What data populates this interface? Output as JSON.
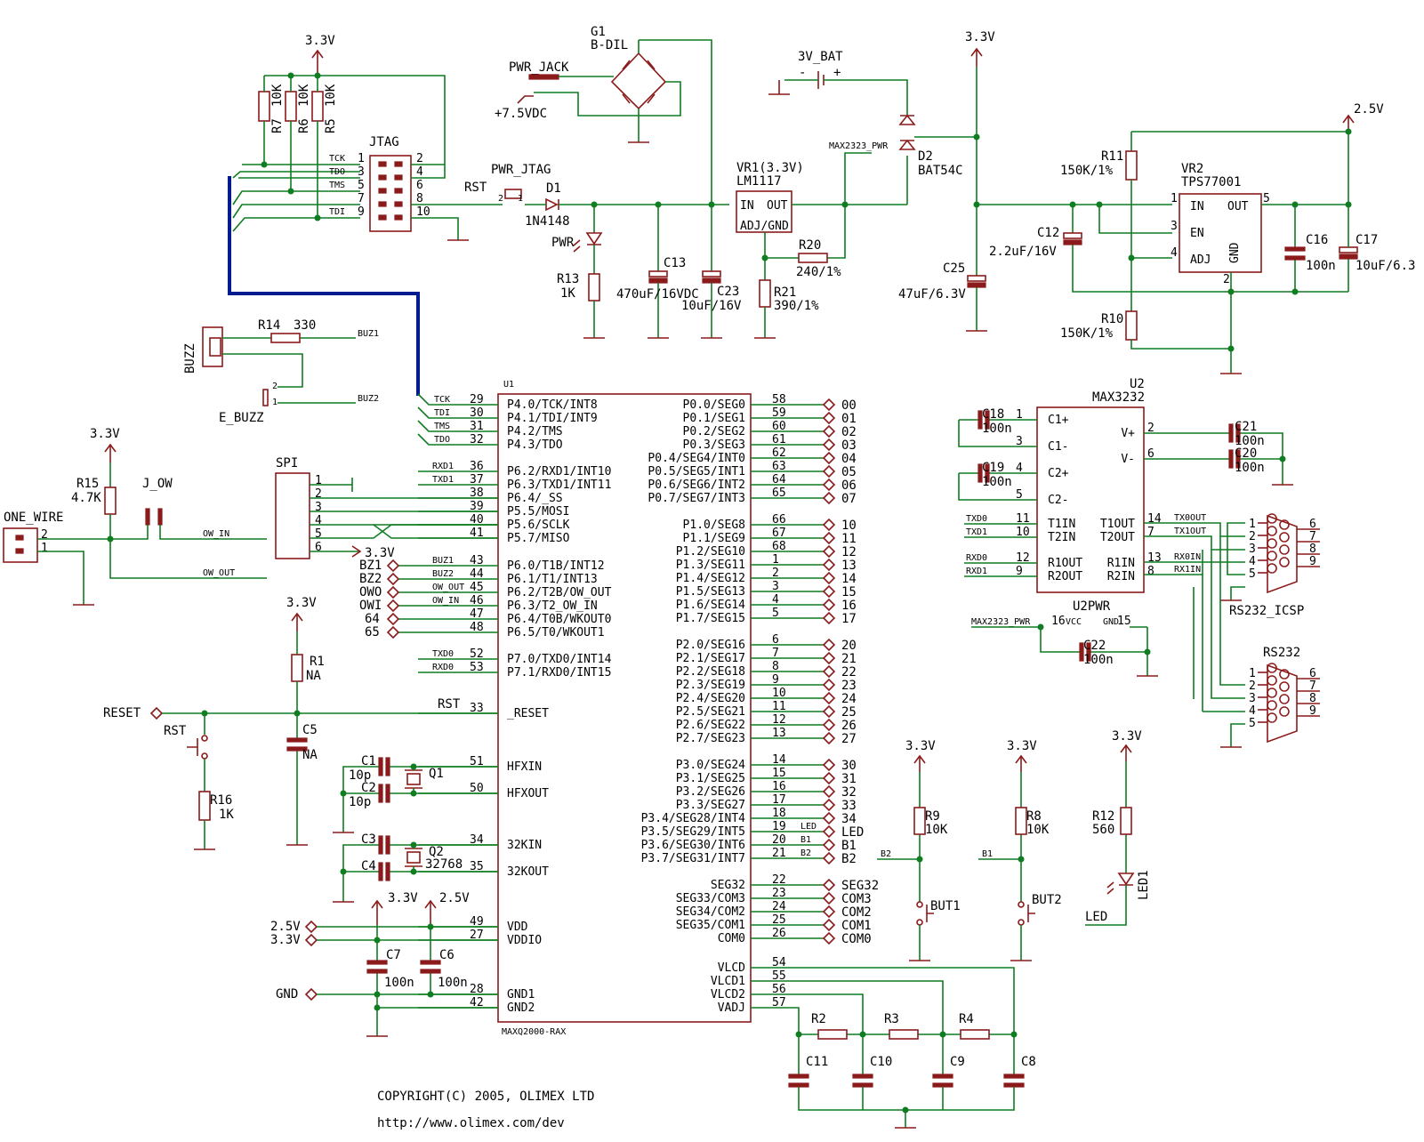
{
  "copyright": "COPYRIGHT(C) 2005, OLIMEX LTD",
  "url": "http://www.olimex.com/dev",
  "u1": {
    "ref": "U1",
    "part": "MAXQ2000-RAX",
    "left_pins": [
      {
        "num": "29",
        "name": "P4.0/TCK/INT8",
        "net": "TCK"
      },
      {
        "num": "30",
        "name": "P4.1/TDI/INT9",
        "net": "TDI"
      },
      {
        "num": "31",
        "name": "P4.2/TMS",
        "net": "TMS"
      },
      {
        "num": "32",
        "name": "P4.3/TDO",
        "net": "TDO"
      },
      {
        "num": "36",
        "name": "P6.2/RXD1/INT10",
        "net": "RXD1"
      },
      {
        "num": "37",
        "name": "P6.3/TXD1/INT11",
        "net": "TXD1"
      },
      {
        "num": "38",
        "name": "P6.4/_SS",
        "net": ""
      },
      {
        "num": "39",
        "name": "P5.5/MOSI",
        "net": ""
      },
      {
        "num": "40",
        "name": "P5.6/SCLK",
        "net": ""
      },
      {
        "num": "41",
        "name": "P5.7/MISO",
        "net": ""
      },
      {
        "num": "43",
        "name": "P6.0/T1B/INT12",
        "net": "BUZ1"
      },
      {
        "num": "44",
        "name": "P6.1/T1/INT13",
        "net": "BUZ2"
      },
      {
        "num": "45",
        "name": "P6.2/T2B/OW_OUT",
        "net": "OW_OUT"
      },
      {
        "num": "46",
        "name": "P6.3/T2_OW_IN",
        "net": "OW_IN"
      },
      {
        "num": "47",
        "name": "P6.4/T0B/WKOUT0",
        "net": ""
      },
      {
        "num": "48",
        "name": "P6.5/T0/WKOUT1",
        "net": ""
      },
      {
        "num": "52",
        "name": "P7.0/TXD0/INT14",
        "net": "TXD0"
      },
      {
        "num": "53",
        "name": "P7.1/RXD0/INT15",
        "net": "RXD0"
      },
      {
        "num": "33",
        "name": "_RESET",
        "net": "RST"
      },
      {
        "num": "51",
        "name": "HFXIN",
        "net": ""
      },
      {
        "num": "50",
        "name": "HFXOUT",
        "net": ""
      },
      {
        "num": "34",
        "name": "32KIN",
        "net": ""
      },
      {
        "num": "35",
        "name": "32KOUT",
        "net": ""
      },
      {
        "num": "49",
        "name": "VDD",
        "net": ""
      },
      {
        "num": "27",
        "name": "VDDIO",
        "net": ""
      },
      {
        "num": "28",
        "name": "GND1",
        "net": ""
      },
      {
        "num": "42",
        "name": "GND2",
        "net": ""
      }
    ],
    "right_pins": [
      {
        "num": "58",
        "name": "P0.0/SEG0",
        "net": "00"
      },
      {
        "num": "59",
        "name": "P0.1/SEG1",
        "net": "01"
      },
      {
        "num": "60",
        "name": "P0.2/SEG2",
        "net": "02"
      },
      {
        "num": "61",
        "name": "P0.3/SEG3",
        "net": "03"
      },
      {
        "num": "62",
        "name": "P0.4/SEG4/INT0",
        "net": "04"
      },
      {
        "num": "63",
        "name": "P0.5/SEG5/INT1",
        "net": "05"
      },
      {
        "num": "64",
        "name": "P0.6/SEG6/INT2",
        "net": "06"
      },
      {
        "num": "65",
        "name": "P0.7/SEG7/INT3",
        "net": "07"
      },
      {
        "num": "66",
        "name": "P1.0/SEG8",
        "net": "10"
      },
      {
        "num": "67",
        "name": "P1.1/SEG9",
        "net": "11"
      },
      {
        "num": "68",
        "name": "P1.2/SEG10",
        "net": "12"
      },
      {
        "num": "1",
        "name": "P1.3/SEG11",
        "net": "13"
      },
      {
        "num": "2",
        "name": "P1.4/SEG12",
        "net": "14"
      },
      {
        "num": "3",
        "name": "P1.5/SEG13",
        "net": "15"
      },
      {
        "num": "4",
        "name": "P1.6/SEG14",
        "net": "16"
      },
      {
        "num": "5",
        "name": "P1.7/SEG15",
        "net": "17"
      },
      {
        "num": "6",
        "name": "P2.0/SEG16",
        "net": "20"
      },
      {
        "num": "7",
        "name": "P2.1/SEG17",
        "net": "21"
      },
      {
        "num": "8",
        "name": "P2.2/SEG18",
        "net": "22"
      },
      {
        "num": "9",
        "name": "P2.3/SEG19",
        "net": "23"
      },
      {
        "num": "10",
        "name": "P2.4/SEG20",
        "net": "24"
      },
      {
        "num": "11",
        "name": "P2.5/SEG21",
        "net": "25"
      },
      {
        "num": "12",
        "name": "P2.6/SEG22",
        "net": "26"
      },
      {
        "num": "13",
        "name": "P2.7/SEG23",
        "net": "27"
      },
      {
        "num": "14",
        "name": "P3.0/SEG24",
        "net": "30"
      },
      {
        "num": "15",
        "name": "P3.1/SEG25",
        "net": "31"
      },
      {
        "num": "16",
        "name": "P3.2/SEG26",
        "net": "32"
      },
      {
        "num": "17",
        "name": "P3.3/SEG27",
        "net": "33"
      },
      {
        "num": "18",
        "name": "P3.4/SEG28/INT4",
        "net": "34"
      },
      {
        "num": "19",
        "name": "P3.5/SEG29/INT5",
        "net": "LED"
      },
      {
        "num": "20",
        "name": "P3.6/SEG30/INT6",
        "net": "B1"
      },
      {
        "num": "21",
        "name": "P3.7/SEG31/INT7",
        "net": "B2"
      },
      {
        "num": "22",
        "name": "SEG32",
        "net": "SEG32"
      },
      {
        "num": "23",
        "name": "SEG33/COM3",
        "net": "COM3"
      },
      {
        "num": "24",
        "name": "SEG34/COM2",
        "net": "COM2"
      },
      {
        "num": "25",
        "name": "SEG35/COM1",
        "net": "COM1"
      },
      {
        "num": "26",
        "name": "COM0",
        "net": "COM0"
      },
      {
        "num": "54",
        "name": "VLCD",
        "net": ""
      },
      {
        "num": "55",
        "name": "VLCD1",
        "net": ""
      },
      {
        "num": "56",
        "name": "VLCD2",
        "net": ""
      },
      {
        "num": "57",
        "name": "VADJ",
        "net": ""
      }
    ]
  },
  "u2": {
    "ref": "U2",
    "part": "MAX3232",
    "pins": [
      {
        "num": "1",
        "name": "C1+"
      },
      {
        "num": "3",
        "name": "C1-"
      },
      {
        "num": "4",
        "name": "C2+"
      },
      {
        "num": "5",
        "name": "C2-"
      },
      {
        "num": "11",
        "name": "T1IN",
        "net": "TXD0"
      },
      {
        "num": "10",
        "name": "T2IN",
        "net": "TXD1"
      },
      {
        "num": "12",
        "name": "R1OUT",
        "net": "RXD0"
      },
      {
        "num": "9",
        "name": "R2OUT",
        "net": "RXD1"
      },
      {
        "num": "2",
        "name": "V+"
      },
      {
        "num": "6",
        "name": "V-"
      },
      {
        "num": "14",
        "name": "T1OUT",
        "net": "TX0OUT"
      },
      {
        "num": "7",
        "name": "T2OUT",
        "net": "TX1OUT"
      },
      {
        "num": "13",
        "name": "R1IN",
        "net": "RX0IN"
      },
      {
        "num": "8",
        "name": "R2IN",
        "net": "RX1IN"
      }
    ],
    "pwr": {
      "ref": "U2PWR",
      "vcc_label": "VCC",
      "vcc_pin": "16",
      "gnd_label": "GND",
      "gnd_pin": "15",
      "net": "MAX2323_PWR"
    }
  },
  "labels": {
    "v33": "3.3V",
    "v25": "2.5V",
    "pwr_jack": "PWR_JACK",
    "v75": "+7.5VDC",
    "g1": "G1",
    "g1_val": "B-DIL",
    "jtag": "JTAG",
    "pwr_jtag": "PWR_JTAG",
    "rst": "RST",
    "d1": "D1",
    "d1_val": "1N4148",
    "pwr_led": "PWR",
    "r13": "R13",
    "r13_val": "1K",
    "c13": "C13",
    "c13_val": "470uF/16VDC",
    "c23": "C23",
    "c23_val": "10uF/16V",
    "vr1": "VR1(3.3V)",
    "vr1_val": "LM1117",
    "vr1_in": "IN",
    "vr1_out": "OUT",
    "vr1_adj": "ADJ/GND",
    "r20": "R20",
    "r20_val": "240/1%",
    "r21": "R21",
    "r21_val": "390/1%",
    "bat": "3V_BAT",
    "bat_minus": "-",
    "bat_plus": "+",
    "max_pwr": "MAX2323_PWR",
    "d2": "D2",
    "d2_val": "BAT54C",
    "c25": "C25",
    "c25_val": "47uF/6.3V",
    "r11": "R11",
    "r11_val": "150K/1%",
    "r10": "R10",
    "r10_val": "150K/1%",
    "c12": "C12",
    "c12_val": "2.2uF/16V",
    "vr2": "VR2",
    "vr2_val": "TPS77001",
    "vr2_in": "IN",
    "vr2_out": "OUT",
    "vr2_en": "EN",
    "vr2_adj": "ADJ",
    "vr2_gnd": "GND",
    "c16": "C16",
    "c16_val": "100n",
    "c17": "C17",
    "c17_val": "10uF/6.3",
    "r7": "R7",
    "r6": "R6",
    "r5": "R5",
    "r_10k": "10K",
    "r14": "R14",
    "r14_val": "330",
    "buzz": "BUZZ",
    "e_buzz": "E_BUZZ",
    "buz1": "BUZ1",
    "buz2": "BUZ2",
    "one_wire": "ONE_WIRE",
    "r15": "R15",
    "r15_val": "4.7K",
    "j_ow": "J_OW",
    "ow_in": "OW_IN",
    "ow_out": "OW_OUT",
    "spi": "SPI",
    "bz1": "BZ1",
    "bz2": "BZ2",
    "owo": "OWO",
    "owi": "OWI",
    "p64": "64",
    "p65": "65",
    "r1": "R1",
    "r1_val": "NA",
    "reset": "RESET",
    "c5": "C5",
    "c5_val": "NA",
    "rst_btn": "RST",
    "r16": "R16",
    "r16_val": "1K",
    "c1": "C1",
    "c1_val": "10p",
    "c2": "C2",
    "c2_val": "10p",
    "q1": "Q1",
    "c3": "C3",
    "c4": "C4",
    "q2": "Q2",
    "q2_val": "32768",
    "gnd": "GND",
    "c7": "C7",
    "c7_val": "100n",
    "c6": "C6",
    "c6_val": "100n",
    "r2": "R2",
    "r3": "R3",
    "r4": "R4",
    "c11": "C11",
    "c10": "C10",
    "c9": "C9",
    "c8": "C8",
    "r9": "R9",
    "r9_val": "10K",
    "r8": "R8",
    "r8_val": "10K",
    "but1": "BUT1",
    "but2": "BUT2",
    "r12": "R12",
    "r12_val": "560",
    "led1": "LED1",
    "led": "LED",
    "b1": "B1",
    "b2": "B2",
    "c18": "C18",
    "c18_val": "100n",
    "c19": "C19",
    "c19_val": "100n",
    "c21": "C21",
    "c21_val": "100n",
    "c20": "C20",
    "c20_val": "100n",
    "c22": "C22",
    "c22_val": "100n",
    "rs232_icsp": "RS232_ICSP",
    "rs232": "RS232",
    "tck": "TCK",
    "tdo": "TDO",
    "tms": "TMS",
    "tdi": "TDI",
    "txd0": "TXD0",
    "txd1": "TXD1",
    "rxd0": "RXD0",
    "rxd1": "RXD1",
    "tx0out": "TX0OUT",
    "tx1out": "TX1OUT",
    "rx0in": "RX0IN",
    "rx1in": "RX1IN"
  },
  "colors": {
    "wire": "#0f7d21",
    "part": "#8b1a1a",
    "bus": "#001a8f",
    "text": "#000000",
    "net_label": "#7a1010"
  }
}
